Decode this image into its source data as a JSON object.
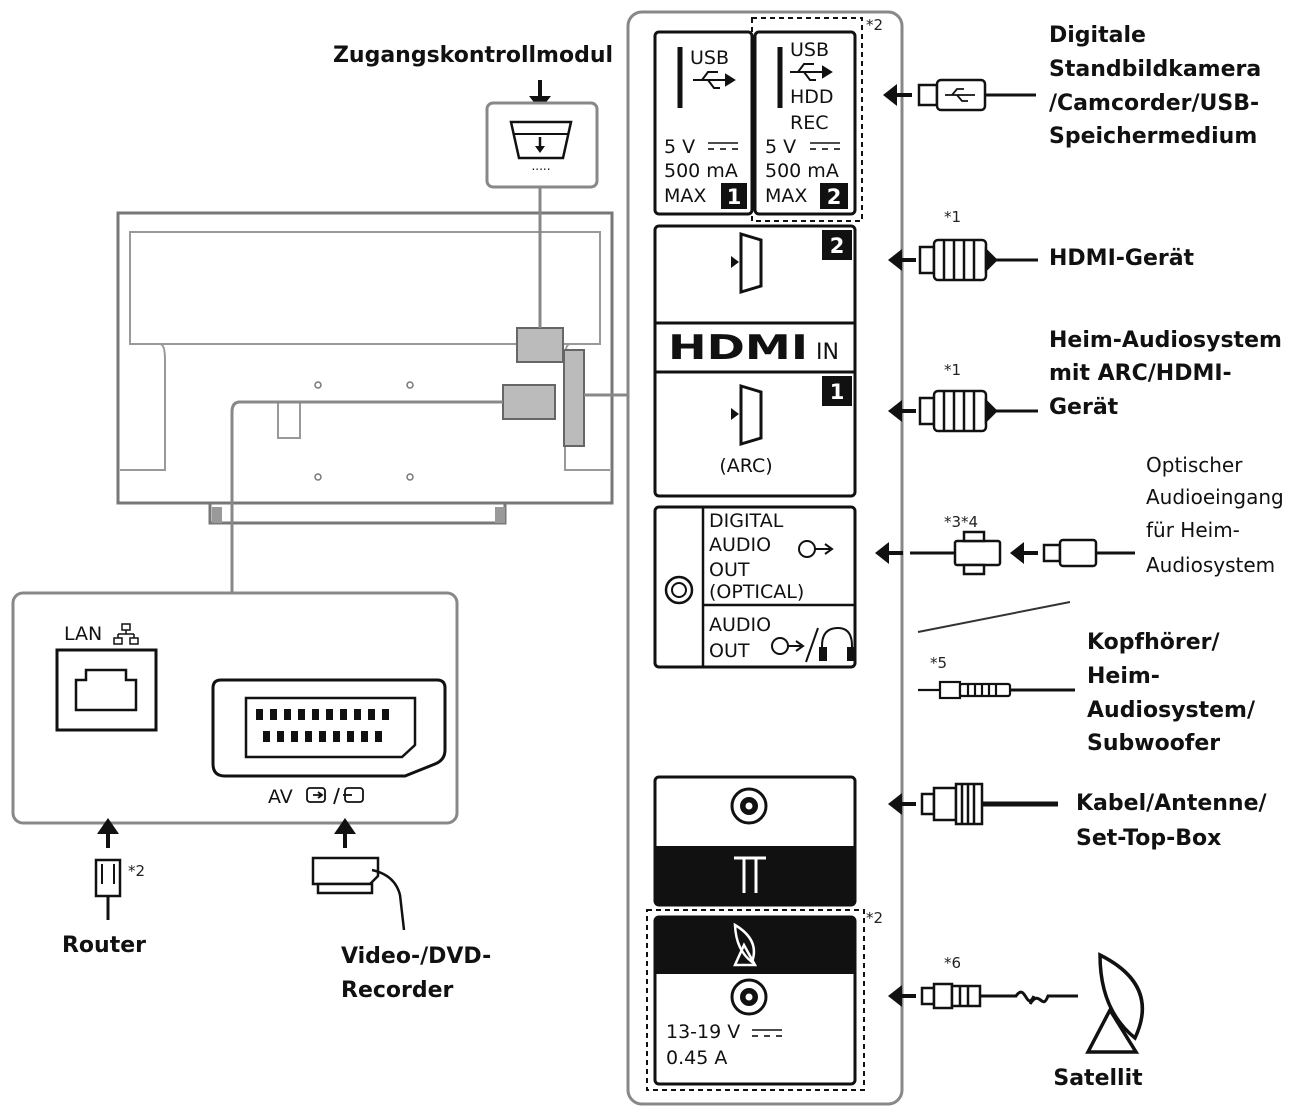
{
  "module_label": "Zugangskontrollmodul",
  "usb": {
    "port1": {
      "name": "USB",
      "voltage": "5 V",
      "current": "500 mA",
      "max": "MAX",
      "num": "1"
    },
    "port2": {
      "name": "USB",
      "hdd": "HDD",
      "rec": "REC",
      "voltage": "5 V",
      "current": "500 mA",
      "max": "MAX",
      "num": "2"
    },
    "note": "*2"
  },
  "hdmi": {
    "port2_num": "2",
    "port1_num": "1",
    "logo": "HDMI",
    "in": "IN",
    "arc": "(ARC)"
  },
  "optical": {
    "line1": "DIGITAL",
    "line2": "AUDIO",
    "line3": "OUT",
    "line4": "(OPTICAL)"
  },
  "audio_out": {
    "line1": "AUDIO",
    "line2": "OUT"
  },
  "satellite_port": {
    "voltage": "13-19 V",
    "current": "0.45 A",
    "note": "*2"
  },
  "lan": {
    "label": "LAN"
  },
  "av": {
    "label": "AV"
  },
  "devices": {
    "usb": [
      "Digitale",
      "Standbildkamera",
      "/Camcorder/USB-",
      "Speichermedium"
    ],
    "hdmi": "HDMI-Gerät",
    "arc": [
      "Heim-Audiosystem",
      "mit ARC/HDMI-",
      "Gerät"
    ],
    "optical": [
      "Optischer",
      "Audioeingang",
      "für Heim-",
      "Audiosystem"
    ],
    "headphone": [
      "Kopfhörer/",
      "Heim-",
      "Audiosystem/",
      "Subwoofer"
    ],
    "cable": [
      "Kabel/Antenne/",
      "Set-Top-Box"
    ],
    "satellite": "Satellit",
    "router": "Router",
    "recorder": [
      "Video-/DVD-",
      "Recorder"
    ]
  },
  "notes": {
    "hdmi2": "*1",
    "hdmi1": "*1",
    "optical": "*3*4",
    "headphone": "*5",
    "satellite": "*6",
    "router": "*2"
  }
}
